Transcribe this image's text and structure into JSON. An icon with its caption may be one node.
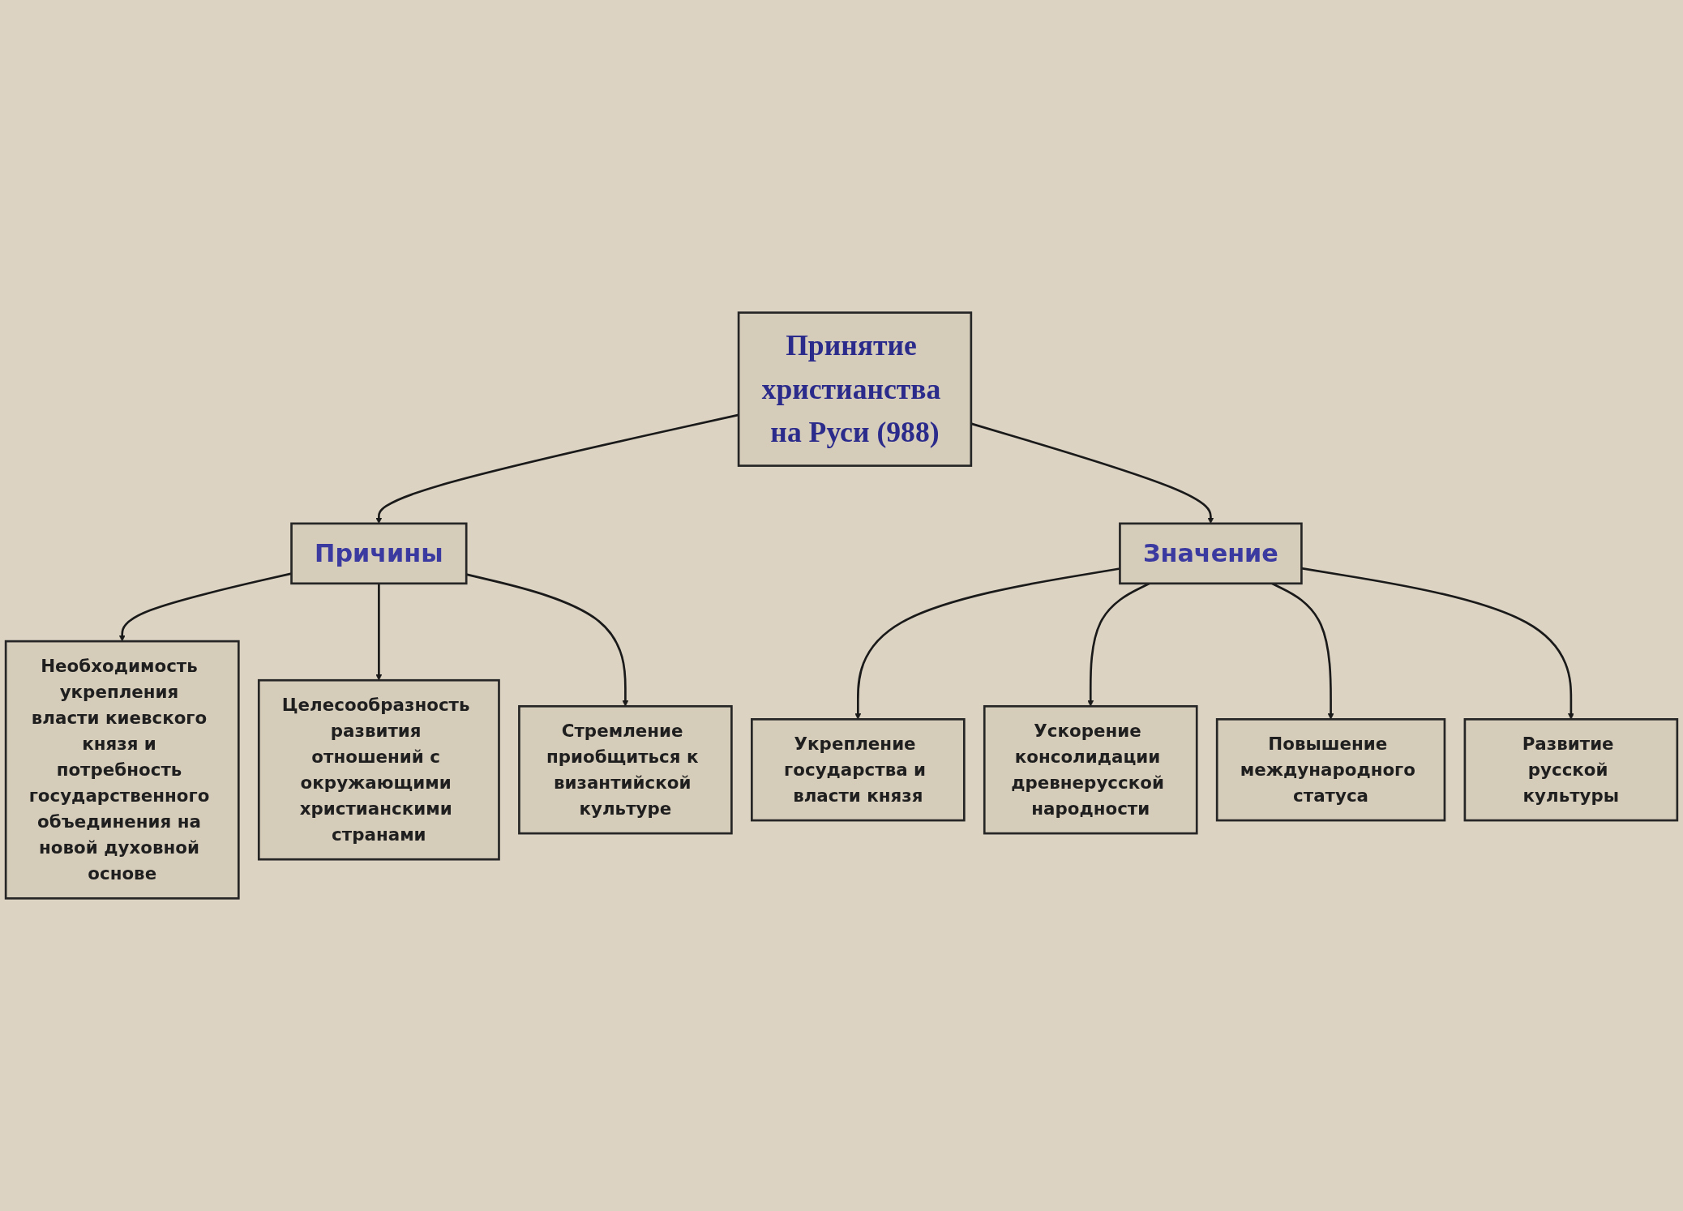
{
  "diagram": {
    "nodes": [
      {
        "text": [
          "Принятие христианства на Руси (988)"
        ]
      },
      {
        "text": [
          "Причины"
        ]
      },
      {
        "text": [
          "Значение"
        ]
      },
      {
        "text": [
          "Необходимость укрепления власти киевского князя и потребность государственного объединения на новой духовной основе"
        ]
      },
      {
        "text": [
          "Целесообразность развития отношений с окружающими христианскими странами"
        ]
      },
      {
        "text": [
          "Стремление приобщиться к византийской культуре"
        ]
      },
      {
        "text": [
          "Укрепление государства и власти князя"
        ]
      },
      {
        "text": [
          "Ускорение консолидации древнерусской народности"
        ]
      },
      {
        "text": [
          "Повышение международного статуса"
        ]
      },
      {
        "text": [
          "Развитие русской культуры"
        ]
      }
    ],
    "edges": [
      {
        "from": 0,
        "to": 1,
        "arrow": "to"
      },
      {
        "from": 0,
        "to": 2,
        "arrow": "to"
      },
      {
        "from": 1,
        "to": 3,
        "arrow": "to"
      },
      {
        "from": 1,
        "to": 4,
        "arrow": "to"
      },
      {
        "from": 1,
        "to": 5,
        "arrow": "to"
      },
      {
        "from": 2,
        "to": 6,
        "arrow": "to"
      },
      {
        "from": 2,
        "to": 7,
        "arrow": "to"
      },
      {
        "from": 2,
        "to": 8,
        "arrow": "to"
      },
      {
        "from": 2,
        "to": 9,
        "arrow": "to"
      }
    ]
  }
}
